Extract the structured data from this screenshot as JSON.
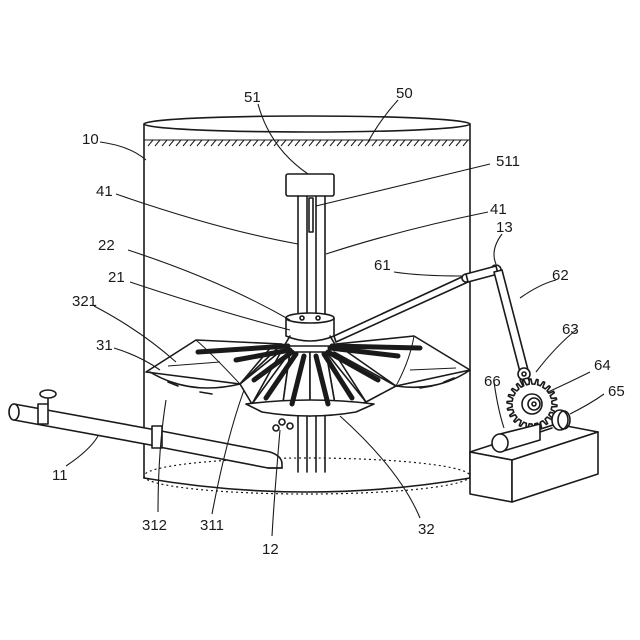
{
  "labels": {
    "tank": "10",
    "inlet_pipe": "11",
    "outlet": "12",
    "pivot": "13",
    "blade_root": "21",
    "hub_ring": "22",
    "umbrella_frame": "31",
    "rib": "311",
    "canopy_edge": "312",
    "canopy_panel": "321",
    "base_cone": "32",
    "shaft_left": "41",
    "shaft_right": "41",
    "water_level": "50",
    "float": "51",
    "float_rod": "511",
    "link_rod": "61",
    "crank_arm": "62",
    "small_gear": "63",
    "big_gear": "64",
    "motor_wheel": "65",
    "motor": "66"
  }
}
